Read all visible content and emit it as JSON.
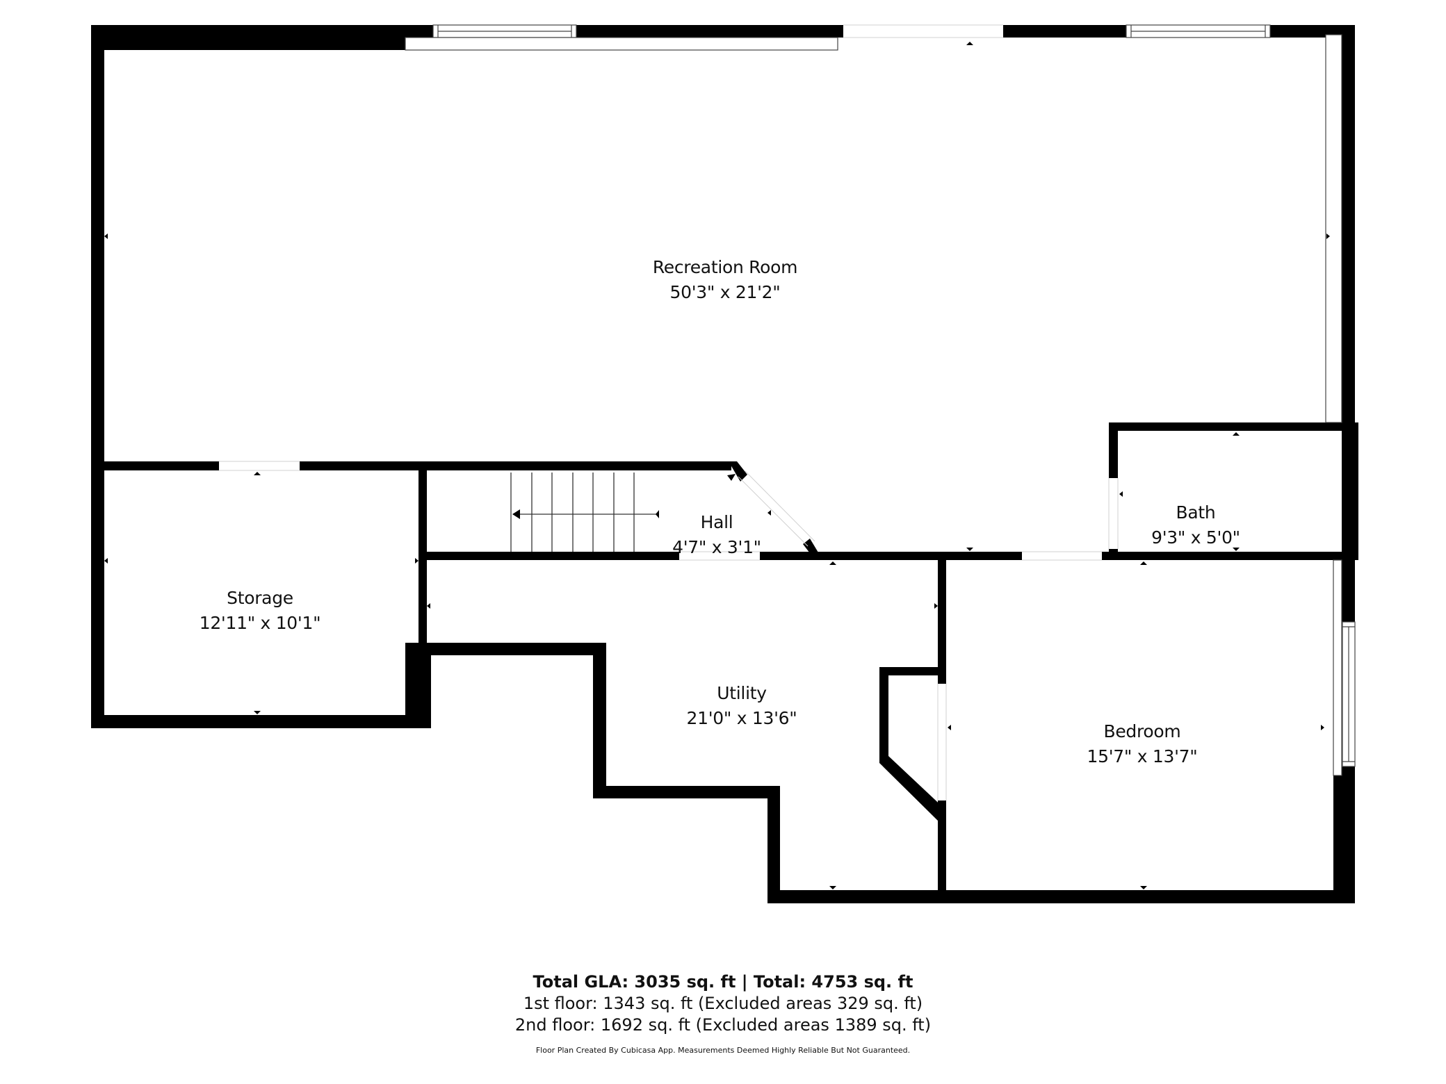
{
  "plan": {
    "wall_color": "#000000",
    "background": "#ffffff",
    "rooms": [
      {
        "name": "Recreation Room",
        "dimensions": "50'3\" x 21'2\""
      },
      {
        "name": "Storage",
        "dimensions": "12'11\" x 10'1\""
      },
      {
        "name": "Hall",
        "dimensions": "4'7\" x 3'1\""
      },
      {
        "name": "Bath",
        "dimensions": "9'3\" x 5'0\""
      },
      {
        "name": "Utility",
        "dimensions": "21'0\" x 13'6\""
      },
      {
        "name": "Bedroom",
        "dimensions": "15'7\" x 13'7\""
      }
    ],
    "stairs": {
      "treads": 7,
      "direction": "left"
    }
  },
  "footer": {
    "total": "Total GLA: 3035 sq. ft | Total: 4753 sq. ft",
    "first_floor": "1st floor: 1343 sq. ft (Excluded areas 329 sq. ft)",
    "second_floor": "2nd floor: 1692 sq. ft (Excluded areas 1389 sq. ft)",
    "disclaimer": "Floor Plan Created By Cubicasa App. Measurements Deemed Highly Reliable But Not Guaranteed."
  }
}
